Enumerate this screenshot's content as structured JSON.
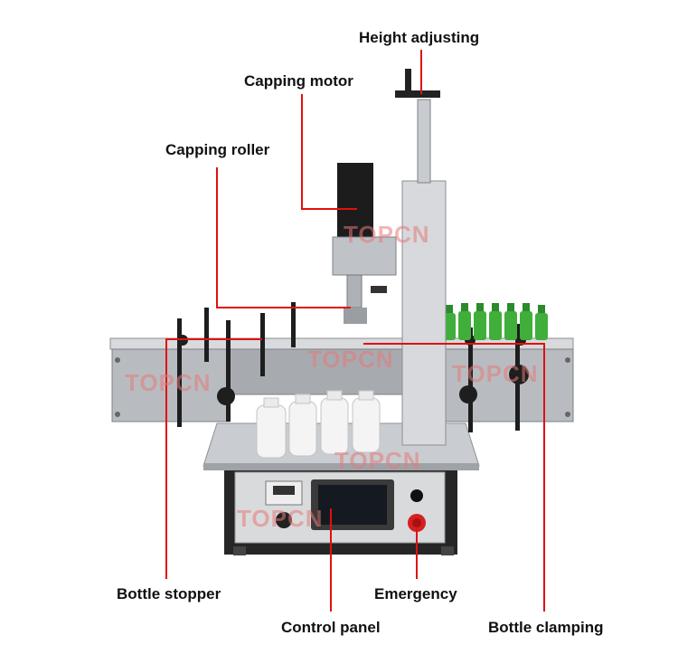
{
  "labels": {
    "height_adjusting": "Height adjusting",
    "capping_motor": "Capping motor",
    "capping_roller": "Capping roller",
    "bottle_stopper": "Bottle stopper",
    "emergency": "Emergency",
    "control_panel": "Control panel",
    "bottle_clamping": "Bottle clamping"
  },
  "watermark": "TOPCN",
  "colors": {
    "leader_line": "#e01010",
    "machine_steel": "#b8bcc0",
    "machine_dark": "#2b2b2b",
    "bottle_green": "#3fae3a",
    "bottle_white": "#f4f4f4",
    "emergency_button": "#d32020"
  }
}
